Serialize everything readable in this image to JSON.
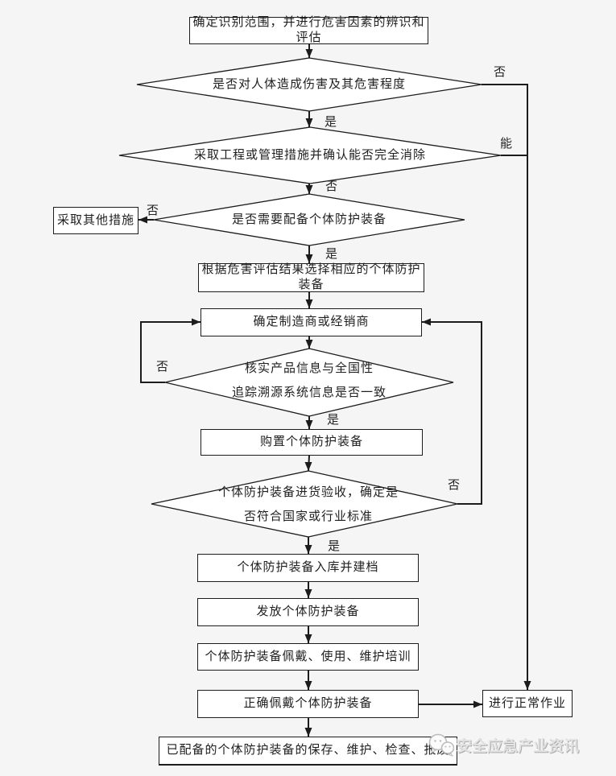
{
  "page": {
    "background": "#f5f5f5",
    "line_color": "#1c1c1c",
    "node_fill": "#ffffff",
    "text_color": "#1f1f1f",
    "watermark_color": "#d9d9d9"
  },
  "flowchart": {
    "nodes": {
      "start": "确定识别范围，并进行危害因素的辨识和评估",
      "decision_harm": "是否对人体造成伤害及其危害程度",
      "decision_eliminate": "采取工程或管理措施并确认能否完全消除",
      "decision_need_ppe": "是否需要配备个体防护装备",
      "other_measures": "采取其他措施",
      "select_ppe": "根据危害评估结果选择相应的个体防护装备",
      "choose_supplier": "确定制造商或经销商",
      "verify_info_line1": "核实产品信息与全国性",
      "verify_info_line2": "追踪溯源系统信息是否一致",
      "purchase": "购置个体防护装备",
      "acceptance_line1": "个体防护装备进货验收，确定是",
      "acceptance_line2": "否符合国家或行业标准",
      "warehouse": "个体防护装备入库并建档",
      "distribute": "发放个体防护装备",
      "training": "个体防护装备佩戴、使用、维护培训",
      "wear": "正确佩戴个体防护装备",
      "normal_work": "进行正常作业",
      "maintain": "已配备的个体防护装备的保存、维护、检查、报废"
    },
    "edge_labels": {
      "yes": "是",
      "no": "否",
      "can": "能"
    },
    "watermark": {
      "icon": "wechat-chat-bubbles-icon",
      "text": "安全应急产业资讯"
    }
  }
}
